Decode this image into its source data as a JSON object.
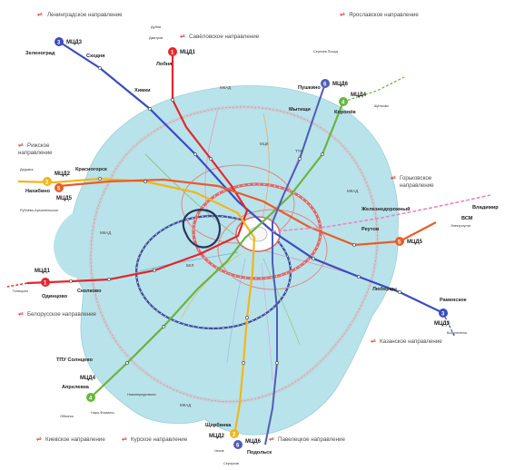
{
  "directions": [
    {
      "id": "leningrad",
      "label": "Ленинградское направление"
    },
    {
      "id": "savelovo",
      "label": "Савёловское направление"
    },
    {
      "id": "yaroslavl",
      "label": "Ярославское направление"
    },
    {
      "id": "riga",
      "label_line1": "Рижское",
      "label_line2": "направление"
    },
    {
      "id": "gorky",
      "label_line1": "Горьковское",
      "label_line2": "направление"
    },
    {
      "id": "belarus",
      "label": "Белорусское направление"
    },
    {
      "id": "kazan",
      "label": "Казанское направление"
    },
    {
      "id": "kiev",
      "label": "Киевское направление"
    },
    {
      "id": "kursk",
      "label": "Курское направление"
    },
    {
      "id": "paveletsky",
      "label": "Павелецкое направление"
    }
  ],
  "mcd_lines": [
    {
      "id": "mcd1",
      "label": "МЦД1",
      "num": "1",
      "color": "#e4262c"
    },
    {
      "id": "mcd2",
      "label": "МЦД2",
      "num": "2",
      "color": "#f2b51c"
    },
    {
      "id": "mcd3",
      "label": "МЦД3",
      "num": "3",
      "color": "#3b4cc0"
    },
    {
      "id": "mcd4",
      "label": "МЦД4",
      "num": "4",
      "color": "#6ab43e"
    },
    {
      "id": "mcd5",
      "label": "МЦД5",
      "num": "5",
      "color": "#e85c2a"
    },
    {
      "id": "mcd6",
      "label": "МЦД6",
      "num": "6",
      "color": "#4f5db8"
    }
  ],
  "terminals": {
    "zelenograd": "Зеленоград",
    "skhodnya": "Сходня",
    "khimki": "Химки",
    "lobnya": "Лобня",
    "dubna": "Дубна",
    "dmitrov": "Дмитров",
    "pushkino": "Пушкино",
    "sergiev_posad": "Сергиев Посад",
    "mytishchi": "Мытищи",
    "korolev": "Королёв",
    "shchelkovo": "Щёлково",
    "krasnogorsk": "Красногорск",
    "nakhabino": "Нахабино",
    "dedovsk": "Дедовск",
    "rublevo": "Рублёво-Архангельское",
    "zheleznodorozhny": "Железнодорожный",
    "reutov": "Реутов",
    "vsm": "ВСМ",
    "vladimir": "Владимир",
    "elektrougli": "Электроугли",
    "odintsovo": "Одинцово",
    "skolkovo": "Сколково",
    "golitsyno": "Голицыно",
    "lyubertsy": "Люберцы",
    "ramenskoye": "Раменское",
    "voskresensk": "Воскресенск",
    "tpu_solntsevo": "ТПУ Солнцево",
    "aprelevka": "Апрелевка",
    "novoperedelkino": "Новопеределкино",
    "nara_fominsk": "Наро-Фоминск",
    "obninsk": "Обнинск",
    "shcherbinka": "Щербинка",
    "podolsk": "Подольск",
    "chekhov": "Чехов",
    "serpukhov": "Серпухов",
    "mkad": "МКАД",
    "ttk": "ТТК",
    "mcd_ring": "МЦК",
    "bkl": "БКЛ"
  }
}
